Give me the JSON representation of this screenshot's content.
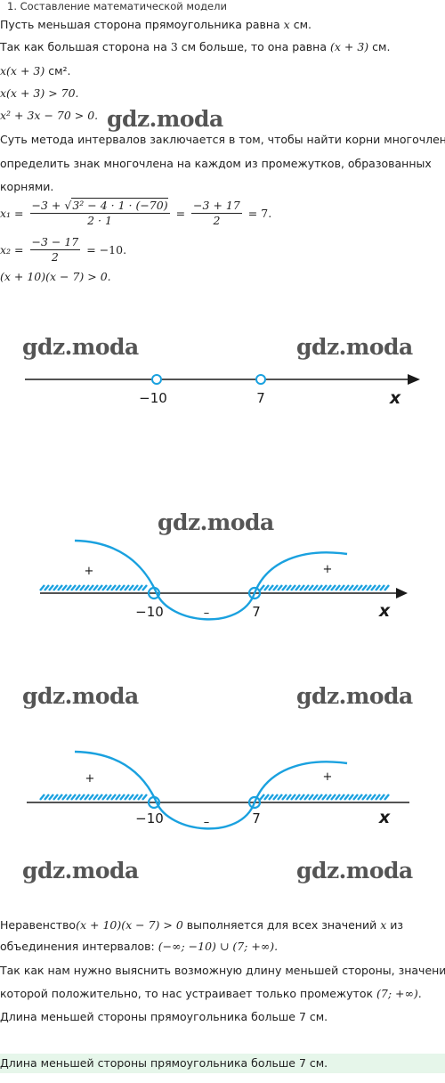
{
  "section": {
    "number": "1.",
    "title": "Составление математической модели"
  },
  "lines": {
    "l1_pre": "Пусть меньшая сторона прямоугольника равна ",
    "l1_var": "x",
    "l1_post": " см.",
    "l2_pre": "Так как большая сторона на ",
    "l2_num": "3",
    "l2_mid": " см больше, то она равна ",
    "l2_expr": "(x + 3)",
    "l2_post": " см.",
    "l3_expr": "x(x + 3)",
    "l3_unit": " см².",
    "l4_expr": "x(x + 3) > 70.",
    "l5_expr": "x² + 3x − 70 > 0.",
    "l6": "Суть метода интервалов заключается в том, чтобы найти корни многочлена и",
    "l7": "определить знак многочлена на каждом из промежутков, образованных",
    "l8": "корнями.",
    "x1_lhs": "x₁ =",
    "x1_num": "−3 + √3² − 4 · 1 · (−70)",
    "x1_num_a": "−3 + ",
    "x1_num_b": "3² − 4 · 1 · (−70)",
    "x1_den": "2 · 1",
    "x1_eq": "=",
    "x1_num2": "−3 + 17",
    "x1_den2": "2",
    "x1_res": "= 7.",
    "x2_lhs": "x₂ =",
    "x2_num": "−3 − 17",
    "x2_den": "2",
    "x2_res": "= −10.",
    "l11_expr": "(x + 10)(x − 7) > 0."
  },
  "watermark": "gdz.moda",
  "number_line": {
    "root_left": "−10",
    "root_right": "7",
    "axis_label": "x",
    "plus": "+",
    "minus": "–"
  },
  "conclusion": {
    "c1_pre": "Неравенство",
    "c1_expr": "(x + 10)(x − 7) > 0",
    "c1_mid": " выполняется для всех значений ",
    "c1_var": "x",
    "c1_post": " из",
    "c2_pre": "объединения интервалов: ",
    "c2_expr": "(−∞; −10) ∪ (7; +∞).",
    "c3": "Так как нам нужно выяснить возможную длину меньшей стороны, значение",
    "c4_pre": "которой положительно, то нас устраивает только промежуток ",
    "c4_expr": "(7; +∞).",
    "c5": "Длина меньшей стороны прямоугольника больше 7 см.",
    "answer": "Длина меньшей стороны прямоугольника больше 7 см."
  },
  "colors": {
    "curve": "#1aa1df",
    "hatch": "#1aa1df",
    "axis": "#1a1a1a",
    "answer_bg": "#e6f6ea"
  }
}
